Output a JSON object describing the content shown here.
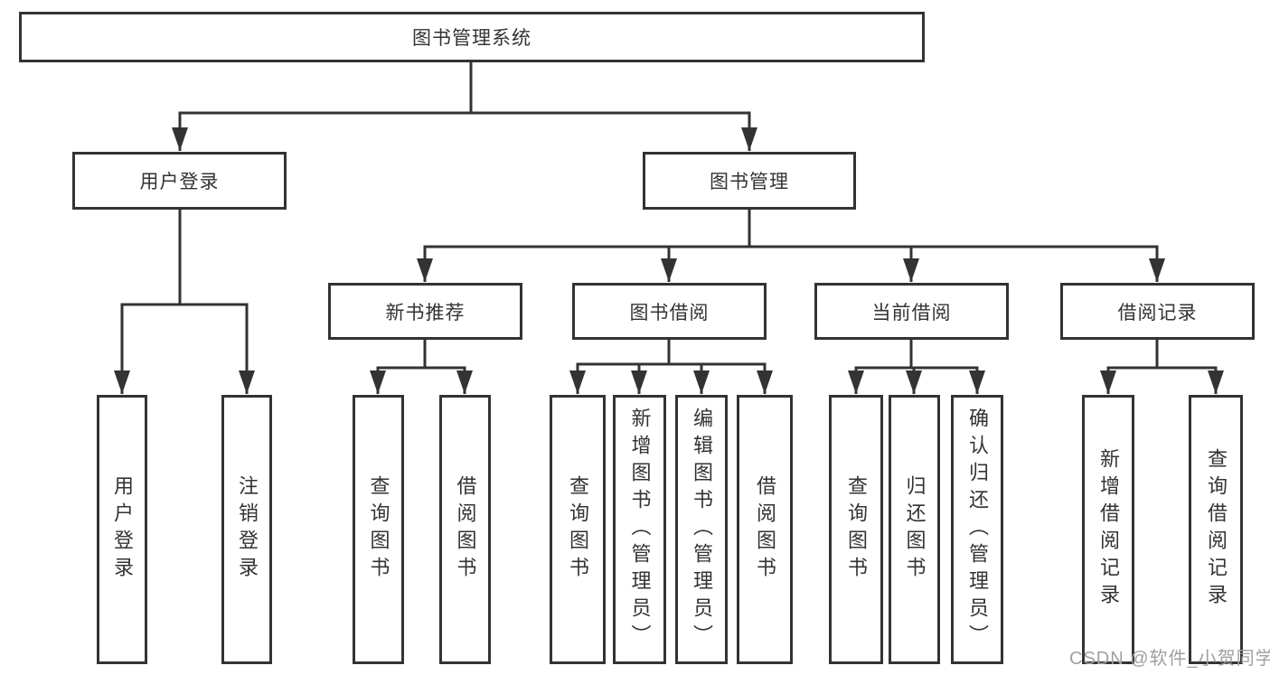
{
  "diagram": {
    "root_label": "图书管理系统",
    "branches": [
      {
        "label": "用户登录",
        "leaves": [
          "用户登录",
          "注销登录"
        ]
      },
      {
        "label": "图书管理",
        "sections": [
          {
            "label": "新书推荐",
            "leaves": [
              "查询图书",
              "借阅图书"
            ]
          },
          {
            "label": "图书借阅",
            "leaves": [
              "查询图书",
              "新增图书（管理员）",
              "编辑图书（管理员）",
              "借阅图书"
            ]
          },
          {
            "label": "当前借阅",
            "leaves": [
              "查询图书",
              "归还图书",
              "确认归还（管理员）"
            ]
          },
          {
            "label": "借阅记录",
            "leaves": [
              "新增借阅记录",
              "查询借阅记录"
            ]
          }
        ]
      }
    ]
  },
  "watermark": {
    "text": "CSDN @软件_小贺同学"
  },
  "colors": {
    "line": "#333333",
    "text": "#333333",
    "watermark": "#a0a0a0",
    "background": "#ffffff"
  }
}
